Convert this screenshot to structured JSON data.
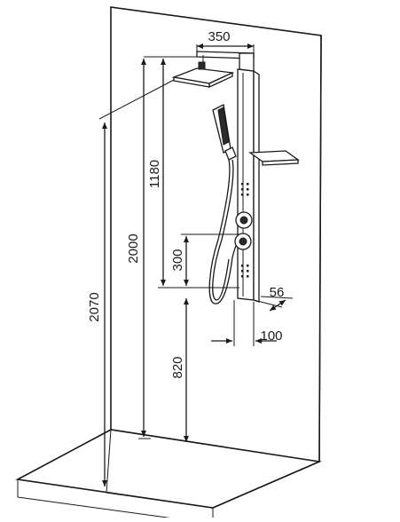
{
  "dimensions": {
    "head_arm_width": "350",
    "head_to_panel": "1180",
    "head_height": "2000",
    "total_height": "2070",
    "mixer_height": "300",
    "panel_depth": "56",
    "panel_width": "100",
    "floor_to_panel": "820"
  },
  "icons": {
    "shower_head": "rain-shower-head-icon",
    "hand_shower": "hand-shower-icon",
    "shelf": "shelf-icon",
    "mixer": "mixer-knob-icon"
  }
}
